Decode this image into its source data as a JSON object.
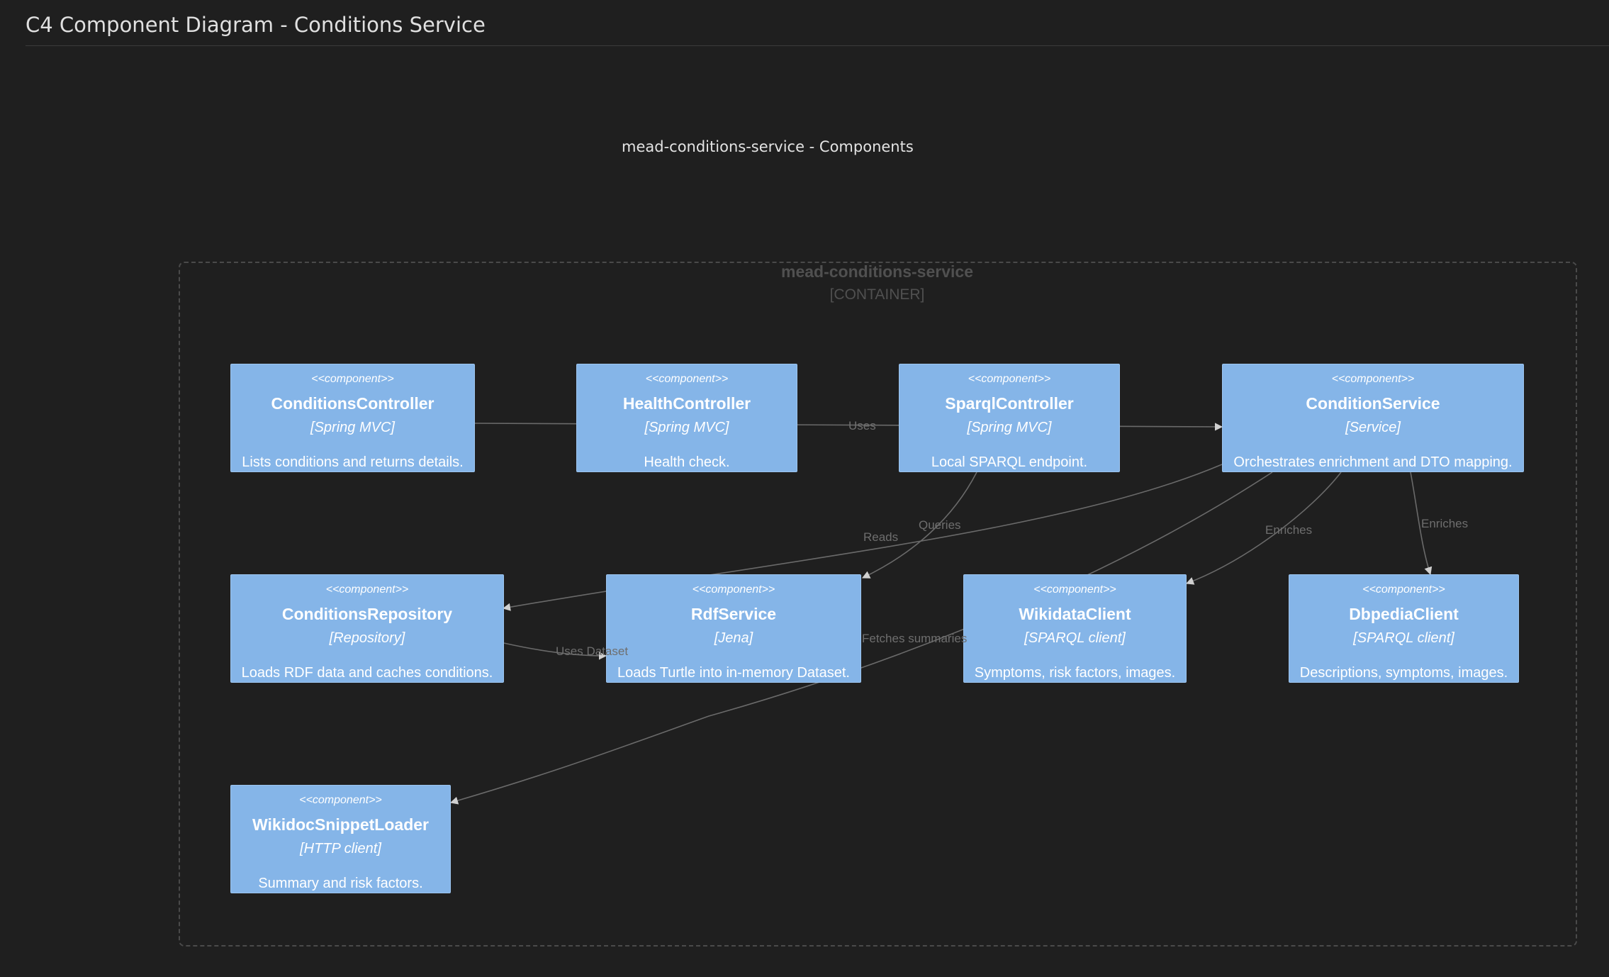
{
  "page_title": "C4 Component Diagram - Conditions Service",
  "diagram_title": "mead-conditions-service - Components",
  "boundary": {
    "name": "mead-conditions-service",
    "type": "[CONTAINER]"
  },
  "components": {
    "conditions_controller": {
      "stereotype": "<<component>>",
      "name": "ConditionsController",
      "technology": "[Spring MVC]",
      "description": "Lists conditions and returns details."
    },
    "health_controller": {
      "stereotype": "<<component>>",
      "name": "HealthController",
      "technology": "[Spring MVC]",
      "description": "Health check."
    },
    "sparql_controller": {
      "stereotype": "<<component>>",
      "name": "SparqlController",
      "technology": "[Spring MVC]",
      "description": "Local SPARQL endpoint."
    },
    "condition_service": {
      "stereotype": "<<component>>",
      "name": "ConditionService",
      "technology": "[Service]",
      "description": "Orchestrates enrichment and DTO mapping."
    },
    "conditions_repository": {
      "stereotype": "<<component>>",
      "name": "ConditionsRepository",
      "technology": "[Repository]",
      "description": "Loads RDF data and caches conditions."
    },
    "rdf_service": {
      "stereotype": "<<component>>",
      "name": "RdfService",
      "technology": "[Jena]",
      "description": "Loads Turtle into in-memory Dataset."
    },
    "wikidata_client": {
      "stereotype": "<<component>>",
      "name": "WikidataClient",
      "technology": "[SPARQL client]",
      "description": "Symptoms, risk factors, images."
    },
    "dbpedia_client": {
      "stereotype": "<<component>>",
      "name": "DbpediaClient",
      "technology": "[SPARQL client]",
      "description": "Descriptions, symptoms, images."
    },
    "wikidoc_snippet_loader": {
      "stereotype": "<<component>>",
      "name": "WikidocSnippetLoader",
      "technology": "[HTTP client]",
      "description": "Summary and risk factors."
    }
  },
  "relationships": {
    "uses": "Uses",
    "queries": "Queries",
    "reads": "Reads",
    "enriches_wikidata": "Enriches",
    "enriches_dbpedia": "Enriches",
    "uses_dataset": "Uses Dataset",
    "fetches_summaries": "Fetches summaries"
  },
  "colors": {
    "background": "#1f1f1f",
    "component_fill": "#85b5e8",
    "component_text": "#ffffff",
    "edge": "#6a6a6a",
    "edge_label": "#6e6e6e",
    "boundary": "#4a4a4a"
  }
}
